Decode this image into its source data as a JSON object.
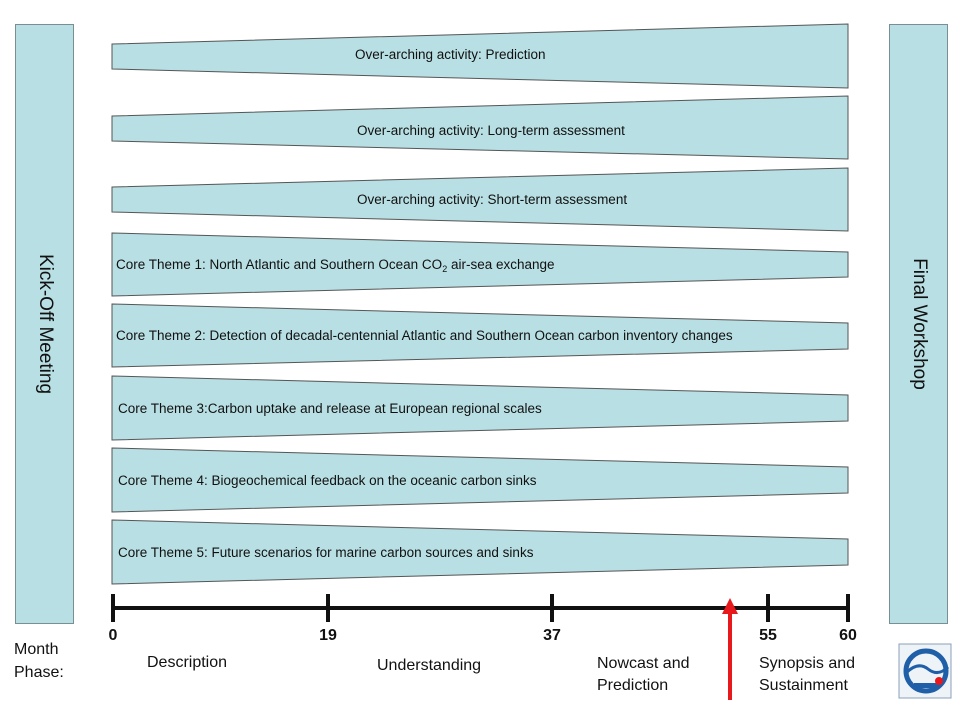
{
  "side": {
    "kickoff": "Kick-Off Meeting",
    "final": "Final Workshop"
  },
  "activities": [
    {
      "label": "Over-arching activity: Prediction"
    },
    {
      "label": "Over-arching activity: Long-term assessment"
    },
    {
      "label": "Over-arching activity: Short-term assessment"
    },
    {
      "label_pre": "Core Theme 1: North Atlantic and Southern Ocean CO",
      "label_sub": "2",
      "label_post": " air-sea exchange"
    },
    {
      "label": "Core Theme 2: Detection of decadal-centennial Atlantic and Southern Ocean carbon inventory changes"
    },
    {
      "label": "Core Theme 3:Carbon uptake and release at European regional scales"
    },
    {
      "label": "Core Theme 4: Biogeochemical feedback on the oceanic carbon sinks"
    },
    {
      "label": "Core Theme 5: Future scenarios for marine carbon sources and sinks"
    }
  ],
  "timeline": {
    "month_label": "Month",
    "phase_label": "Phase:",
    "ticks": [
      "0",
      "19",
      "37",
      "55",
      "60"
    ],
    "phases": [
      {
        "line1": "Description",
        "line2": ""
      },
      {
        "line1": "Understanding",
        "line2": ""
      },
      {
        "line1": "Nowcast and",
        "line2": "Prediction"
      },
      {
        "line1": "Synopsis and",
        "line2": "Sustainment"
      }
    ]
  },
  "colors": {
    "bar_fill": "#b8dfe3",
    "wedge_fill": "#b8dfe3",
    "axis": "#111111",
    "arrow": "#e8191c",
    "logo_blue": "#1f5fa8"
  },
  "logo": {
    "icon": "carboocean-logo-icon"
  }
}
